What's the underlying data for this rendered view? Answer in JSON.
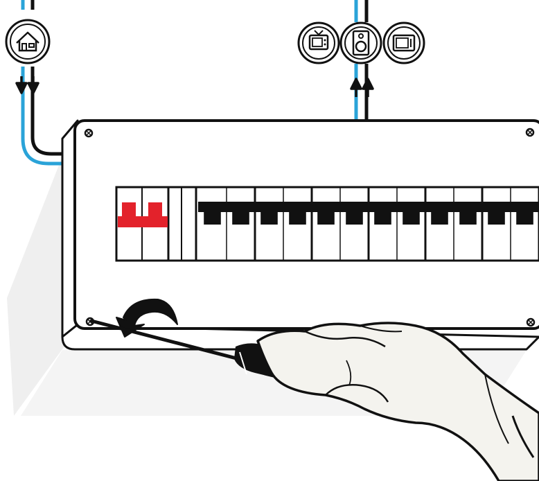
{
  "illustration": {
    "subject": "consumer unit",
    "colors": {
      "outline": "#111111",
      "wire_blue": "#2aa3d8",
      "wire_black": "#111111",
      "main_switch_red": "#e3222b",
      "panel_white": "#ffffff",
      "shadow_grey": "#e9e9e9",
      "glove": "#f4f3ee",
      "screwdriver": "#111111"
    },
    "icons": [
      "home-icon",
      "tv-icon",
      "speaker-icon",
      "microwave-icon"
    ],
    "arrows": {
      "incoming": "down",
      "outgoing": "up"
    },
    "breakers": {
      "main_switch_state": "off",
      "circuit_breaker_count": 12
    }
  }
}
